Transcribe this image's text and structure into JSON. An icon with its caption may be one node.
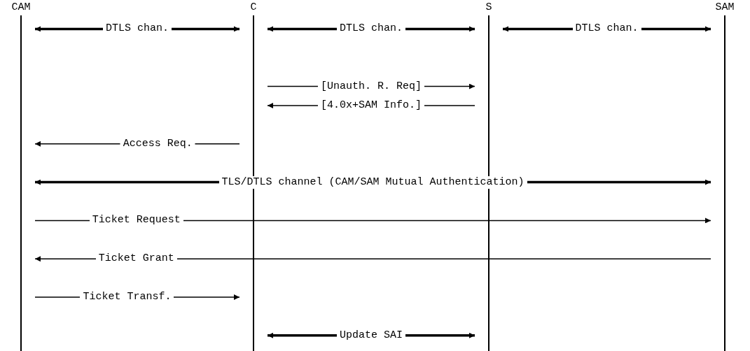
{
  "diagram": {
    "nodes": [
      {
        "text": [
          "CAM"
        ]
      },
      {
        "text": [
          "C"
        ]
      },
      {
        "text": [
          "S"
        ]
      },
      {
        "text": [
          "SAM"
        ]
      }
    ],
    "edges": [
      {
        "from": 0,
        "to": 1,
        "arrow": "both",
        "style": "thick",
        "label": "DTLS chan."
      },
      {
        "from": 1,
        "to": 2,
        "arrow": "both",
        "style": "thick",
        "label": "DTLS chan."
      },
      {
        "from": 2,
        "to": 3,
        "arrow": "both",
        "style": "thick",
        "label": "DTLS chan."
      },
      {
        "from": 1,
        "to": 2,
        "arrow": "to",
        "label": "[Unauth. R. Req]"
      },
      {
        "from": 2,
        "to": 1,
        "arrow": "to",
        "label": "[4.0x+SAM Info.]"
      },
      {
        "from": 1,
        "to": 0,
        "arrow": "to",
        "label": "Access Req."
      },
      {
        "from": 0,
        "to": 3,
        "arrow": "both",
        "style": "thick",
        "label": "TLS/DTLS channel (CAM/SAM Mutual Authentication)"
      },
      {
        "from": 0,
        "to": 3,
        "arrow": "to",
        "label": "Ticket Request"
      },
      {
        "from": 3,
        "to": 0,
        "arrow": "to",
        "label": "Ticket Grant"
      },
      {
        "from": 0,
        "to": 1,
        "arrow": "to",
        "label": "Ticket Transf."
      },
      {
        "from": 1,
        "to": 2,
        "arrow": "both",
        "style": "thick",
        "label": "Update SAI"
      }
    ]
  }
}
